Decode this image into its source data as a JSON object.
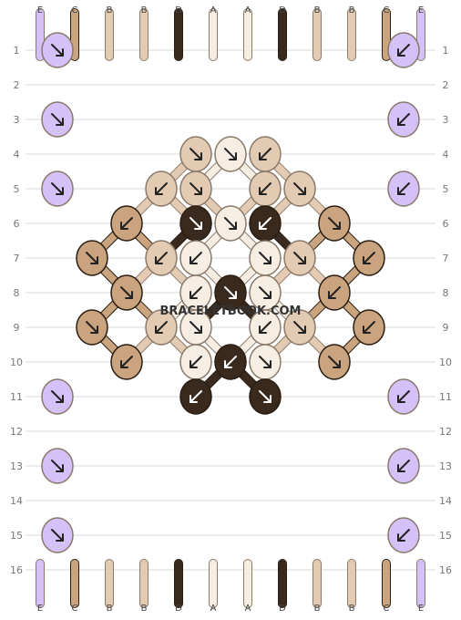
{
  "colors": {
    "A": "#f6eee3",
    "B": "#e3cbb3",
    "C": "#c9a47e",
    "D": "#3a2a1d",
    "E": "#d4c1f7"
  },
  "strand_letters": [
    "E",
    "C",
    "B",
    "B",
    "D",
    "A",
    "A",
    "D",
    "B",
    "B",
    "C",
    "E"
  ],
  "row_labels": [
    "1",
    "2",
    "3",
    "4",
    "5",
    "6",
    "7",
    "8",
    "9",
    "10",
    "11",
    "12",
    "13",
    "14",
    "15",
    "16"
  ],
  "watermark": "BRACELETBOOK.COM",
  "knots": [
    {
      "row": 1,
      "col": 0,
      "color": "E",
      "dir": "right-down"
    },
    {
      "row": 1,
      "col": 10,
      "color": "E",
      "dir": "left-down"
    },
    {
      "row": 3,
      "col": 0,
      "color": "E",
      "dir": "right-down"
    },
    {
      "row": 3,
      "col": 10,
      "color": "E",
      "dir": "left-down"
    },
    {
      "row": 4,
      "col": 4,
      "color": "B",
      "dir": "right-down"
    },
    {
      "row": 4,
      "col": 5,
      "color": "A",
      "dir": "right-down"
    },
    {
      "row": 4,
      "col": 6,
      "color": "B",
      "dir": "left-down"
    },
    {
      "row": 5,
      "col": 0,
      "color": "E",
      "dir": "right-down"
    },
    {
      "row": 5,
      "col": 3,
      "color": "B",
      "dir": "left-down"
    },
    {
      "row": 5,
      "col": 4,
      "color": "B",
      "dir": "right-down"
    },
    {
      "row": 5,
      "col": 6,
      "color": "B",
      "dir": "left-down"
    },
    {
      "row": 5,
      "col": 7,
      "color": "B",
      "dir": "right-down"
    },
    {
      "row": 5,
      "col": 10,
      "color": "E",
      "dir": "left-down"
    },
    {
      "row": 6,
      "col": 2,
      "color": "C",
      "dir": "left-down"
    },
    {
      "row": 6,
      "col": 4,
      "color": "D",
      "dir": "right-down"
    },
    {
      "row": 6,
      "col": 5,
      "color": "A",
      "dir": "right-down"
    },
    {
      "row": 6,
      "col": 6,
      "color": "D",
      "dir": "left-down"
    },
    {
      "row": 6,
      "col": 8,
      "color": "C",
      "dir": "right-down"
    },
    {
      "row": 7,
      "col": 1,
      "color": "C",
      "dir": "right-down"
    },
    {
      "row": 7,
      "col": 3,
      "color": "B",
      "dir": "left-down"
    },
    {
      "row": 7,
      "col": 4,
      "color": "A",
      "dir": "left-down"
    },
    {
      "row": 7,
      "col": 6,
      "color": "A",
      "dir": "right-down"
    },
    {
      "row": 7,
      "col": 7,
      "color": "B",
      "dir": "right-down"
    },
    {
      "row": 7,
      "col": 9,
      "color": "C",
      "dir": "left-down"
    },
    {
      "row": 8,
      "col": 2,
      "color": "C",
      "dir": "right-down"
    },
    {
      "row": 8,
      "col": 4,
      "color": "A",
      "dir": "left-down"
    },
    {
      "row": 8,
      "col": 5,
      "color": "D",
      "dir": "right-down"
    },
    {
      "row": 8,
      "col": 6,
      "color": "A",
      "dir": "right-down"
    },
    {
      "row": 8,
      "col": 8,
      "color": "C",
      "dir": "left-down"
    },
    {
      "row": 9,
      "col": 1,
      "color": "C",
      "dir": "right-down"
    },
    {
      "row": 9,
      "col": 3,
      "color": "B",
      "dir": "left-down"
    },
    {
      "row": 9,
      "col": 4,
      "color": "A",
      "dir": "right-down"
    },
    {
      "row": 9,
      "col": 6,
      "color": "A",
      "dir": "left-down"
    },
    {
      "row": 9,
      "col": 7,
      "color": "B",
      "dir": "right-down"
    },
    {
      "row": 9,
      "col": 9,
      "color": "C",
      "dir": "left-down"
    },
    {
      "row": 10,
      "col": 2,
      "color": "C",
      "dir": "left-down"
    },
    {
      "row": 10,
      "col": 4,
      "color": "A",
      "dir": "left-down"
    },
    {
      "row": 10,
      "col": 5,
      "color": "D",
      "dir": "left-down"
    },
    {
      "row": 10,
      "col": 6,
      "color": "A",
      "dir": "right-down"
    },
    {
      "row": 10,
      "col": 8,
      "color": "C",
      "dir": "right-down"
    },
    {
      "row": 11,
      "col": 0,
      "color": "E",
      "dir": "right-down"
    },
    {
      "row": 11,
      "col": 4,
      "color": "D",
      "dir": "left-down"
    },
    {
      "row": 11,
      "col": 6,
      "color": "D",
      "dir": "right-down"
    },
    {
      "row": 11,
      "col": 10,
      "color": "E",
      "dir": "left-down"
    },
    {
      "row": 13,
      "col": 0,
      "color": "E",
      "dir": "right-down"
    },
    {
      "row": 13,
      "col": 10,
      "color": "E",
      "dir": "left-down"
    },
    {
      "row": 15,
      "col": 0,
      "color": "E",
      "dir": "right-down"
    },
    {
      "row": 15,
      "col": 10,
      "color": "E",
      "dir": "left-down"
    }
  ]
}
